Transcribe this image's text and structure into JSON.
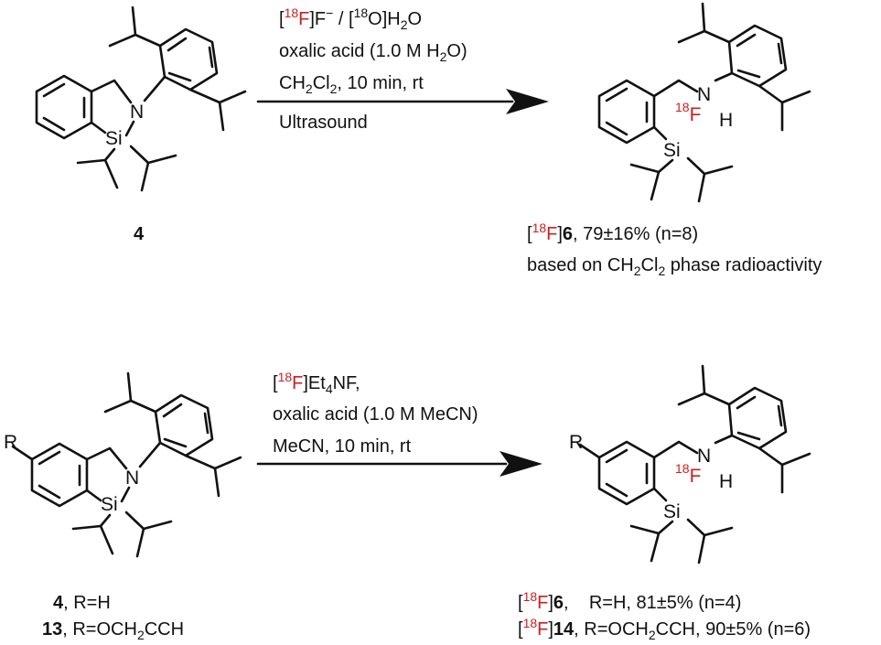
{
  "atoms": {
    "N": "N",
    "Si": "Si",
    "H": "H",
    "F": "F",
    "R": "R"
  },
  "reaction1": {
    "conditions": {
      "l1": {
        "a": "[",
        "iso1": "18",
        "F1": "F",
        "b": "]F",
        "charge": "−",
        "c": " / [",
        "iso2": "18",
        "d": "O]H",
        "sub": "2",
        "e": "O"
      },
      "l2": {
        "a": "oxalic acid (1.0 M H",
        "sub": "2",
        "b": "O)"
      },
      "l3": {
        "a": "CH",
        "sub1": "2",
        "b": "Cl",
        "sub2": "2",
        "c": ", 10 min, rt"
      },
      "l4": "Ultrasound"
    },
    "reactant_label": "4",
    "product_label": {
      "a": "[",
      "iso": "18",
      "F": "F",
      "b": "]",
      "num": "6",
      "c": ", 79±16% (n=8)"
    },
    "product_note": {
      "a": "based on CH",
      "sub1": "2",
      "b": "Cl",
      "sub2": "2",
      "c": " phase radioactivity"
    }
  },
  "reaction2": {
    "conditions": {
      "l1": {
        "a": "[",
        "iso": "18",
        "F": "F",
        "b": "]Et",
        "sub": "4",
        "c": "NF,"
      },
      "l2": "oxalic acid (1.0 M MeCN)",
      "l3": "MeCN, 10 min, rt"
    },
    "reactant_labels": {
      "r1": {
        "num": "4",
        "rest": ", R=H"
      },
      "r2": {
        "num": "13",
        "rest": ", R=OCH",
        "sub": "2",
        "rest2": "CCH"
      }
    },
    "product_labels": {
      "p1": {
        "a": "[",
        "iso": "18",
        "F": "F",
        "b": "]",
        "num": "6",
        "c": ",    R=H, 81±5% (n=4)"
      },
      "p2": {
        "a": "[",
        "iso": "18",
        "F": "F",
        "b": "]",
        "num": "14",
        "c": ", R=OCH",
        "sub": "2",
        "d": "CCH, 90±5% (n=6)"
      }
    }
  },
  "colors": {
    "isotope_red": "#cc1f1f",
    "ink": "#111111"
  }
}
